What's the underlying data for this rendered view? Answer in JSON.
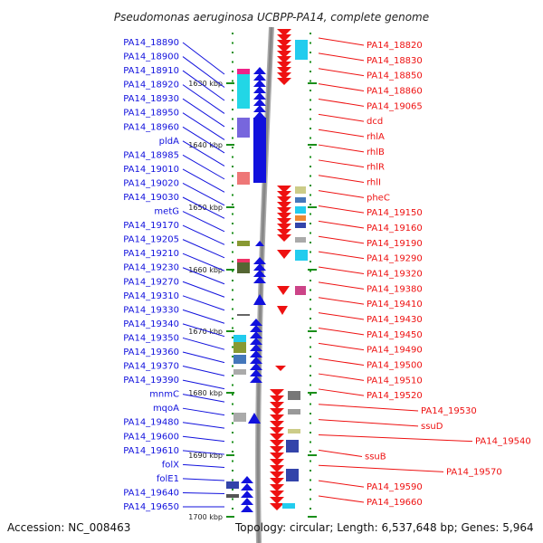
{
  "title": "Pseudomonas aeruginosa UCBPP-PA14, complete genome",
  "footer": {
    "accession": "Accession: NC_008463",
    "summary": "Topology: circular; Length: 6,537,648 bp; Genes: 5,964"
  },
  "colors": {
    "left_strand": "#1111dd",
    "right_strand": "#ee1111",
    "backbone": "#888888",
    "tick_marks": "#1a8f1a"
  },
  "ticks": [
    "1630 kbp",
    "1640 kbp",
    "1650 kbp",
    "1660 kbp",
    "1670 kbp",
    "1680 kbp",
    "1690 kbp",
    "1700 kbp"
  ],
  "left_labels": [
    "PA14_18890",
    "PA14_18900",
    "PA14_18910",
    "PA14_18920",
    "PA14_18930",
    "PA14_18950",
    "PA14_18960",
    "pldA",
    "PA14_18985",
    "PA14_19010",
    "PA14_19020",
    "PA14_19030",
    "metG",
    "PA14_19170",
    "PA14_19205",
    "PA14_19210",
    "PA14_19230",
    "PA14_19270",
    "PA14_19310",
    "PA14_19330",
    "PA14_19340",
    "PA14_19350",
    "PA14_19360",
    "PA14_19370",
    "PA14_19390",
    "mnmC",
    "mqoA",
    "PA14_19480",
    "PA14_19600",
    "PA14_19610",
    "folX",
    "folE1",
    "PA14_19640",
    "PA14_19650"
  ],
  "right_labels": [
    "PA14_18820",
    "PA14_18830",
    "PA14_18850",
    "PA14_18860",
    "PA14_19065",
    "dcd",
    "rhlA",
    "rhlB",
    "rhlR",
    "rhlI",
    "pheC",
    "PA14_19150",
    "PA14_19160",
    "PA14_19190",
    "PA14_19290",
    "PA14_19320",
    "PA14_19380",
    "PA14_19410",
    "PA14_19430",
    "PA14_19450",
    "PA14_19490",
    "PA14_19500",
    "PA14_19510",
    "PA14_19520",
    "PA14_19530",
    "ssuD",
    "PA14_19540",
    "ssuB",
    "PA14_19570",
    "PA14_19590",
    "PA14_19660"
  ]
}
